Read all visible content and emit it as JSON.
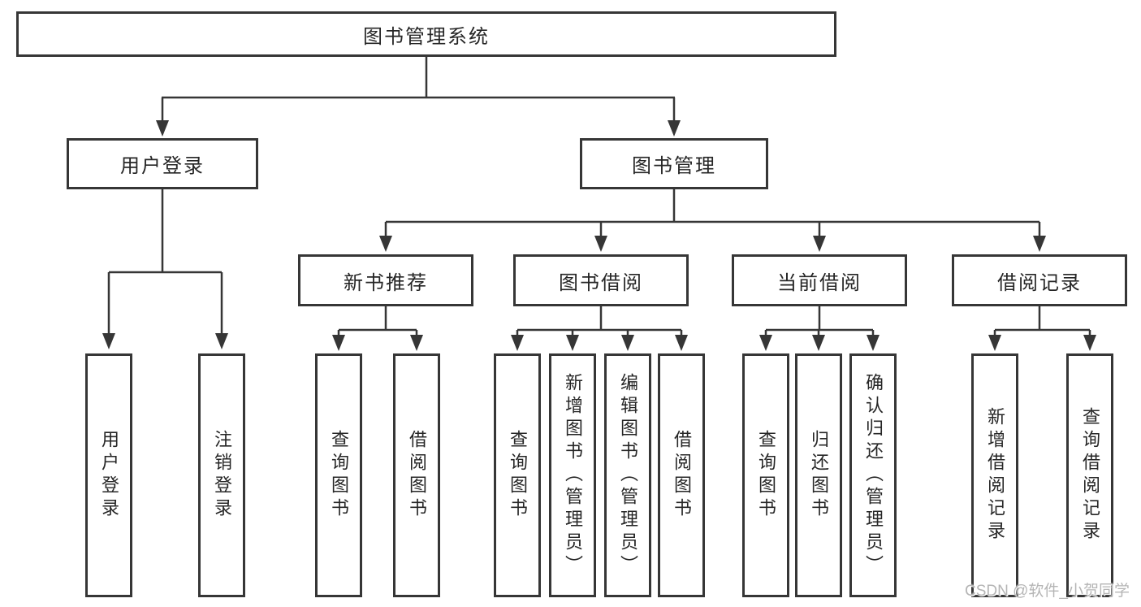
{
  "diagram_title": "图书管理系统",
  "tree": {
    "root": "图书管理系统",
    "children": [
      {
        "label": "用户登录",
        "children": [
          {
            "label": "用户登录"
          },
          {
            "label": "注销登录"
          }
        ]
      },
      {
        "label": "图书管理",
        "children": [
          {
            "label": "新书推荐",
            "children": [
              {
                "label": "查询图书"
              },
              {
                "label": "借阅图书"
              }
            ]
          },
          {
            "label": "图书借阅",
            "children": [
              {
                "label": "查询图书"
              },
              {
                "label": "新增图书（管理员）"
              },
              {
                "label": "编辑图书（管理员）"
              },
              {
                "label": "借阅图书"
              }
            ]
          },
          {
            "label": "当前借阅",
            "children": [
              {
                "label": "查询图书"
              },
              {
                "label": "归还图书"
              },
              {
                "label": "确认归还（管理员）"
              }
            ]
          },
          {
            "label": "借阅记录",
            "children": [
              {
                "label": "新增借阅记录"
              },
              {
                "label": "查询借阅记录"
              }
            ]
          }
        ]
      }
    ]
  },
  "watermark": "CSDN @软件_小贺同学",
  "colors": {
    "line": "#363636",
    "box_border": "#363636",
    "text": "#262626",
    "watermark": "#b5b5b5",
    "background": "#ffffff"
  }
}
